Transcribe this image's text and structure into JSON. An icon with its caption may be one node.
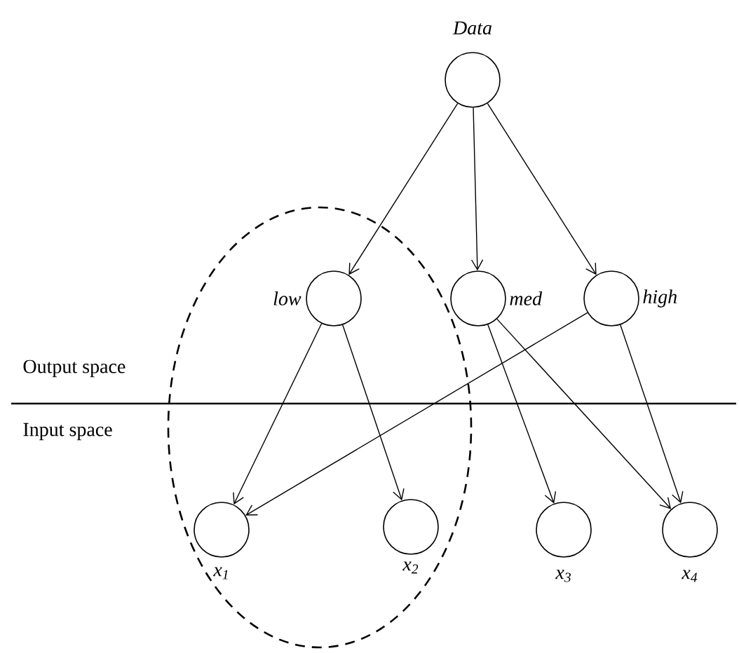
{
  "diagram": {
    "nodes": [
      {
        "text": [
          "Data"
        ]
      },
      {
        "text": [
          "low"
        ]
      },
      {
        "text": [
          "med"
        ]
      },
      {
        "text": [
          "high"
        ]
      },
      {
        "text": [
          "x$_{1}$"
        ]
      },
      {
        "text": [
          "x$_{2}$"
        ]
      },
      {
        "text": [
          "x$_{3}$"
        ]
      },
      {
        "text": [
          "x$_{4}$"
        ]
      }
    ],
    "edges": [
      {
        "from": 0,
        "to": 1,
        "arrow": "to"
      },
      {
        "from": 0,
        "to": 2,
        "arrow": "to"
      },
      {
        "from": 0,
        "to": 3,
        "arrow": "to"
      },
      {
        "from": 1,
        "to": 4,
        "arrow": "to"
      },
      {
        "from": 1,
        "to": 5,
        "arrow": "to"
      },
      {
        "from": 3,
        "to": 4,
        "arrow": "to"
      },
      {
        "from": 2,
        "to": 6,
        "arrow": "to"
      },
      {
        "from": 2,
        "to": 7,
        "arrow": "to"
      },
      {
        "from": 3,
        "to": 7,
        "arrow": "to"
      }
    ],
    "labels": [
      "Output space",
      "Input space"
    ]
  }
}
